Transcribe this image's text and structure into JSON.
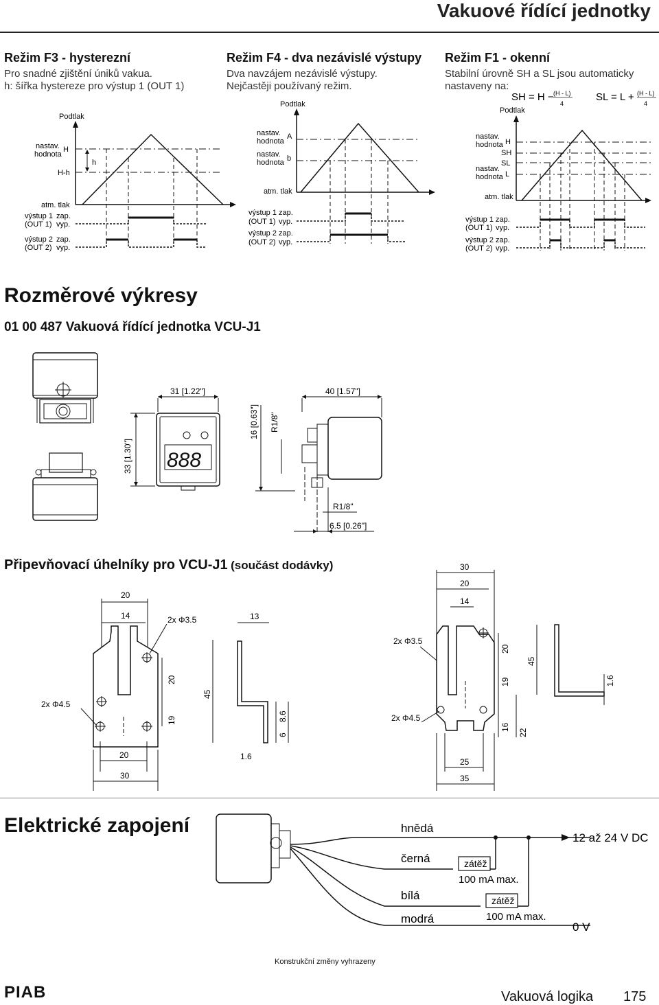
{
  "header": {
    "title": "Vakuové řídící jednotky"
  },
  "modes": {
    "f3": {
      "title": "Režim F3 - hysterezní",
      "line1": "Pro snadné zjištění úniků vakua.",
      "line2": "h: šířka hystereze pro výstup 1 (OUT 1)"
    },
    "f4": {
      "title": "Režim F4 - dva nezávislé výstupy",
      "line1": "Dva navzájem nezávislé výstupy.",
      "line2": "Nejčastěji používaný režim."
    },
    "f1": {
      "title": "Režim F1 - okenní",
      "line1": "Stabilní úrovně SH a SL jsou automaticky",
      "line2": "nastaveny na:",
      "formula_sh": "SH = H −",
      "formula_sl": "SL = L +",
      "frac_num": "(H - L)",
      "frac_den": "4"
    }
  },
  "diagram_labels": {
    "podtlak": "Podtlak",
    "nastav": "nastav.",
    "hodnota": "hodnota",
    "atm_tlak": "atm. tlak",
    "vystup1": "výstup 1",
    "vystup2": "výstup 2",
    "out1": "(OUT 1)",
    "out2": "(OUT 2)",
    "zap": "zap.",
    "vyp": "vyp.",
    "H": "H",
    "Hh": "H-h",
    "h": "h",
    "A": "A",
    "b": "b",
    "SH": "SH",
    "SL": "SL",
    "L": "L"
  },
  "dimensions": {
    "title": "Rozměrové výkresy",
    "product": "01 00 487 Vakuová řídící jednotka VCU-J1",
    "d_width": "31 [1.22\"]",
    "d_height": "33 [1.30\"]",
    "d_port": "16 [0.63\"]",
    "d_r18": "R1/8\"",
    "d_depth": "40 [1.57\"]",
    "d_r18b": "R1/8\"",
    "d_65": "6.5 [0.26\"]",
    "display": "888"
  },
  "brackets": {
    "title": "Připevňovací úhelníky pro VCU-J1",
    "subtitle": "(součást dodávky)",
    "b1": {
      "d20": "20",
      "d14": "14",
      "hole1": "2x Φ3.5",
      "d13": "13",
      "d20v": "20",
      "d45": "45",
      "hole2": "2x Φ4.5",
      "d19": "19",
      "d6": "6",
      "d86": "8.6",
      "d20b": "20",
      "d30": "30",
      "d16": "1.6"
    },
    "b2": {
      "d30": "30",
      "d20": "20",
      "d14": "14",
      "hole1": "2x Φ3.5",
      "d20v": "20",
      "d45": "45",
      "d19": "19",
      "d16t": "1.6",
      "hole2": "2x Φ4.5",
      "d16": "16",
      "d22": "22",
      "d25": "25",
      "d35": "35"
    }
  },
  "electrical": {
    "title": "Elektrické zapojení",
    "brown": "hnědá",
    "black": "černá",
    "white": "bílá",
    "blue": "modrá",
    "load": "zátěž",
    "load_max": "100 mA max.",
    "supply": "12 až 24 V DC",
    "zero": "0 V"
  },
  "footnote": "Konstrukční změny vyhrazeny",
  "footer": {
    "logo": "PIAB",
    "section": "Vakuová logika",
    "page": "175"
  }
}
